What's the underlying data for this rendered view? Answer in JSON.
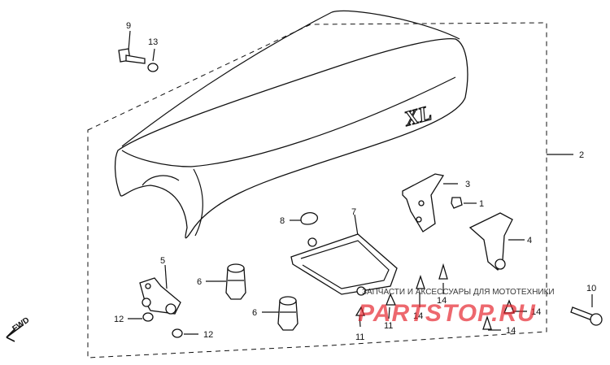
{
  "diagram": {
    "badge": "XL",
    "direction_label": "FWD",
    "callouts": {
      "c1": "1",
      "c2": "2",
      "c3": "3",
      "c4": "4",
      "c5": "5",
      "c6a": "6",
      "c6b": "6",
      "c7": "7",
      "c8": "8",
      "c9": "9",
      "c10": "10",
      "c11a": "11",
      "c11b": "11",
      "c12a": "12",
      "c12b": "12",
      "c13": "13",
      "c14a": "14",
      "c14b": "14",
      "c14c": "14",
      "c14d": "14"
    }
  },
  "watermark": {
    "text": "ЗАПЧАСТИ И АКСЕССУАРЫ ДЛЯ МОТОТЕХНИКИ",
    "logo": "PARTSTOP.RU"
  }
}
